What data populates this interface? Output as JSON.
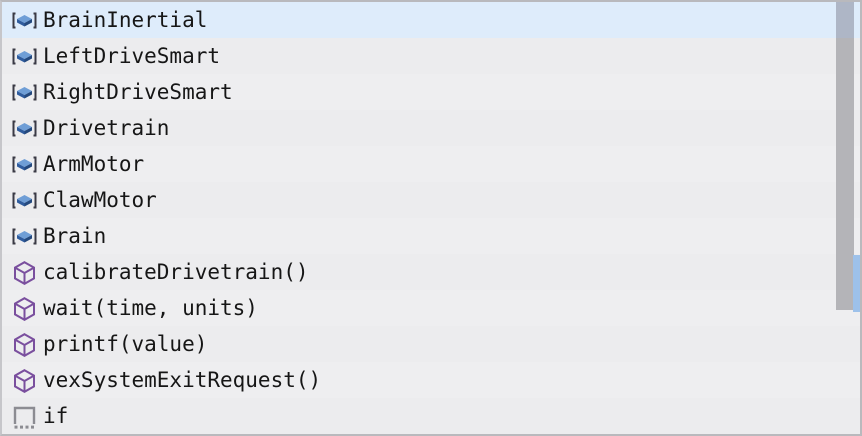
{
  "panel": {
    "name": "code-autocomplete-suggestions",
    "background_color": "#eeeef0",
    "alt_row_color": "#ececee",
    "selected_row_color": "#deecfb",
    "border_color": "#b9b9bd",
    "text_color": "#161616"
  },
  "icons": {
    "object": {
      "name": "object-variable-icon",
      "color": "#2f5c9e",
      "bracket_color": "#3a3a45"
    },
    "function": {
      "name": "function-cube-icon",
      "color": "#7a4f9e"
    },
    "keyword": {
      "name": "keyword-snippet-icon",
      "color": "#8c8c92"
    }
  },
  "suggestions": [
    {
      "label": "BrainInertial",
      "icon": "object",
      "selected": true
    },
    {
      "label": "LeftDriveSmart",
      "icon": "object",
      "selected": false
    },
    {
      "label": "RightDriveSmart",
      "icon": "object",
      "selected": false
    },
    {
      "label": "Drivetrain",
      "icon": "object",
      "selected": false
    },
    {
      "label": "ArmMotor",
      "icon": "object",
      "selected": false
    },
    {
      "label": "ClawMotor",
      "icon": "object",
      "selected": false
    },
    {
      "label": "Brain",
      "icon": "object",
      "selected": false
    },
    {
      "label": "calibrateDrivetrain()",
      "icon": "function",
      "selected": false
    },
    {
      "label": "wait(time, units)",
      "icon": "function",
      "selected": false
    },
    {
      "label": "printf(value)",
      "icon": "function",
      "selected": false
    },
    {
      "label": "vexSystemExitRequest()",
      "icon": "function",
      "selected": false
    },
    {
      "label": "if",
      "icon": "keyword",
      "selected": false
    }
  ],
  "scrollbar": {
    "name": "vertical-scrollbar",
    "thumb_color": "#b4b4b8",
    "accent_color": "#9dc1ea"
  }
}
